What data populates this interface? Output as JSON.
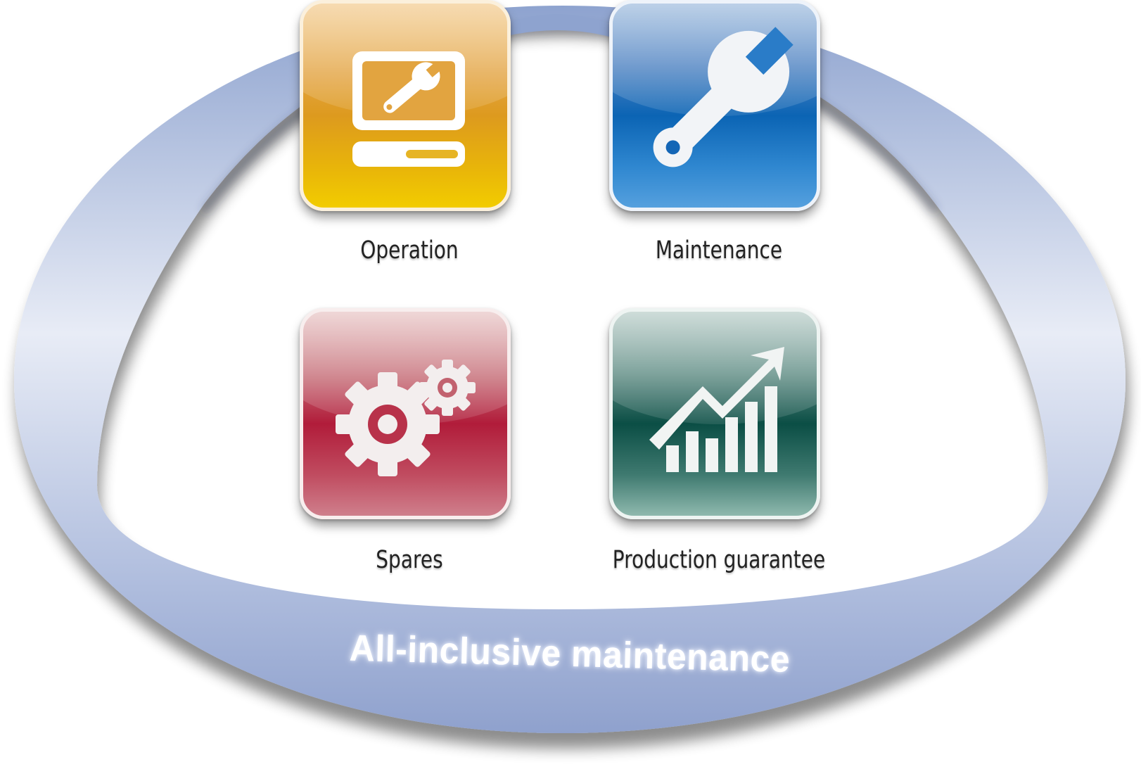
{
  "diagram": {
    "ring_label": "All-inclusive maintenance",
    "ring_color": "#a5b6d8",
    "tiles": [
      {
        "label": "Operation",
        "icon": "computer-wrench-icon",
        "color": "#e8a51e"
      },
      {
        "label": "Maintenance",
        "icon": "wrench-icon",
        "color": "#0b64b4"
      },
      {
        "label": "Spares",
        "icon": "gears-icon",
        "color": "#b11c3a"
      },
      {
        "label": "Production guarantee",
        "icon": "growth-chart-icon",
        "color": "#0b4e45"
      }
    ]
  }
}
